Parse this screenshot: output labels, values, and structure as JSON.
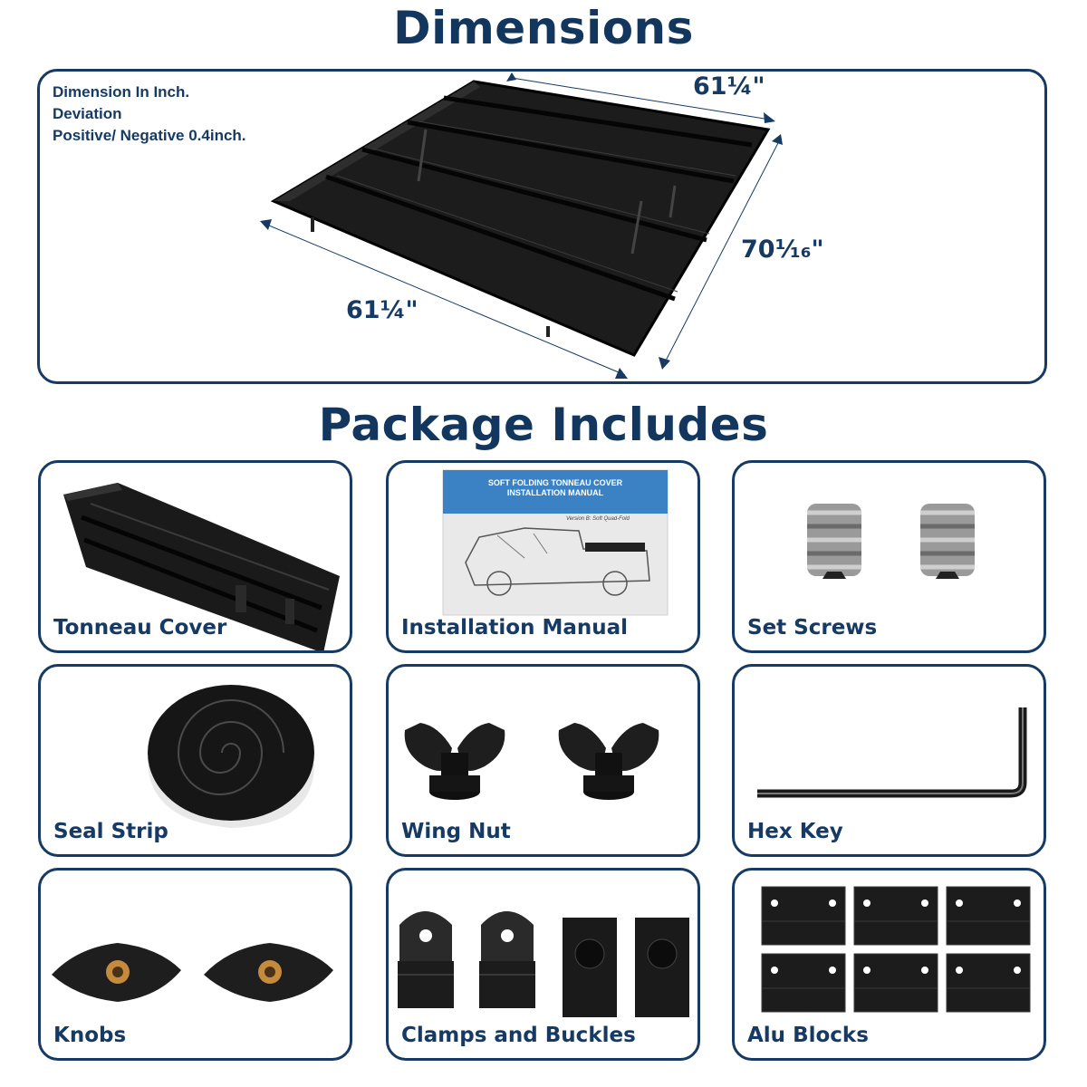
{
  "dimensions": {
    "title": "Dimensions",
    "notes": [
      "Dimension In Inch.",
      "Deviation",
      "Positive/ Negative 0.4inch."
    ],
    "top_width": "61¼\"",
    "bottom_width": "61¼\"",
    "length": "70¹⁄₁₆\""
  },
  "package": {
    "title": "Package Includes",
    "items": [
      {
        "label": "Tonneau Cover"
      },
      {
        "label": "Installation Manual"
      },
      {
        "label": "Set Screws"
      },
      {
        "label": "Seal Strip"
      },
      {
        "label": "Wing Nut"
      },
      {
        "label": "Hex Key"
      },
      {
        "label": "Knobs"
      },
      {
        "label": "Clamps and Buckles"
      },
      {
        "label": "Alu Blocks"
      }
    ],
    "manual": {
      "title_line1": "SOFT FOLDING TONNEAU COVER",
      "title_line2": "INSTALLATION MANUAL",
      "version": "Version B: Soft Quad-Fold"
    }
  },
  "colors": {
    "navy": "#163a63",
    "manual_blue": "#3b82c4"
  }
}
